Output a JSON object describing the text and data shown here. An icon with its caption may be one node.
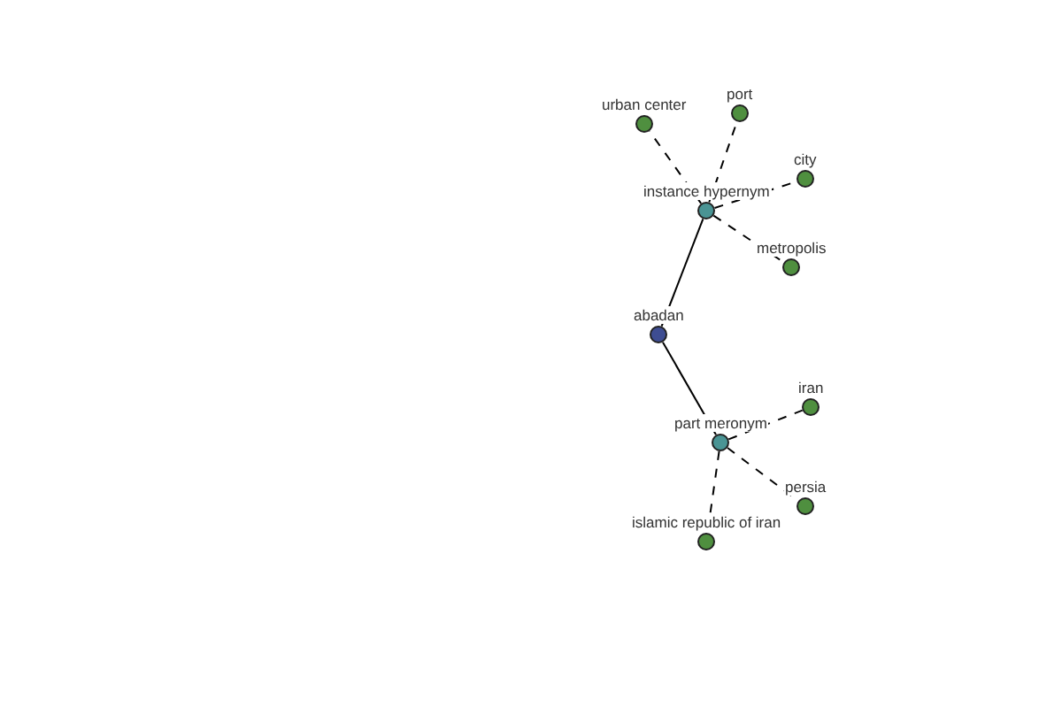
{
  "diagram": {
    "nodes": [
      {
        "text": [
          "urban center"
        ]
      },
      {
        "text": [
          "port"
        ]
      },
      {
        "text": [
          "city"
        ]
      },
      {
        "text": [
          "instance hypernym"
        ]
      },
      {
        "text": [
          "metropolis"
        ]
      },
      {
        "text": [
          "abadan"
        ]
      },
      {
        "text": [
          "iran"
        ]
      },
      {
        "text": [
          "part meronym"
        ]
      },
      {
        "text": [
          "persia"
        ]
      },
      {
        "text": [
          "islamic republic of iran"
        ]
      }
    ],
    "edges": [
      {
        "from": 5,
        "to": 3,
        "arrow": "none"
      },
      {
        "from": 5,
        "to": 7,
        "arrow": "none"
      },
      {
        "from": 3,
        "to": 0,
        "arrow": "none",
        "style": "dashed"
      },
      {
        "from": 3,
        "to": 1,
        "arrow": "none",
        "style": "dashed"
      },
      {
        "from": 3,
        "to": 2,
        "arrow": "none",
        "style": "dashed"
      },
      {
        "from": 3,
        "to": 4,
        "arrow": "none",
        "style": "dashed"
      },
      {
        "from": 7,
        "to": 6,
        "arrow": "none",
        "style": "dashed"
      },
      {
        "from": 7,
        "to": 8,
        "arrow": "none",
        "style": "dashed"
      },
      {
        "from": 7,
        "to": 9,
        "arrow": "none",
        "style": "dashed"
      }
    ]
  }
}
